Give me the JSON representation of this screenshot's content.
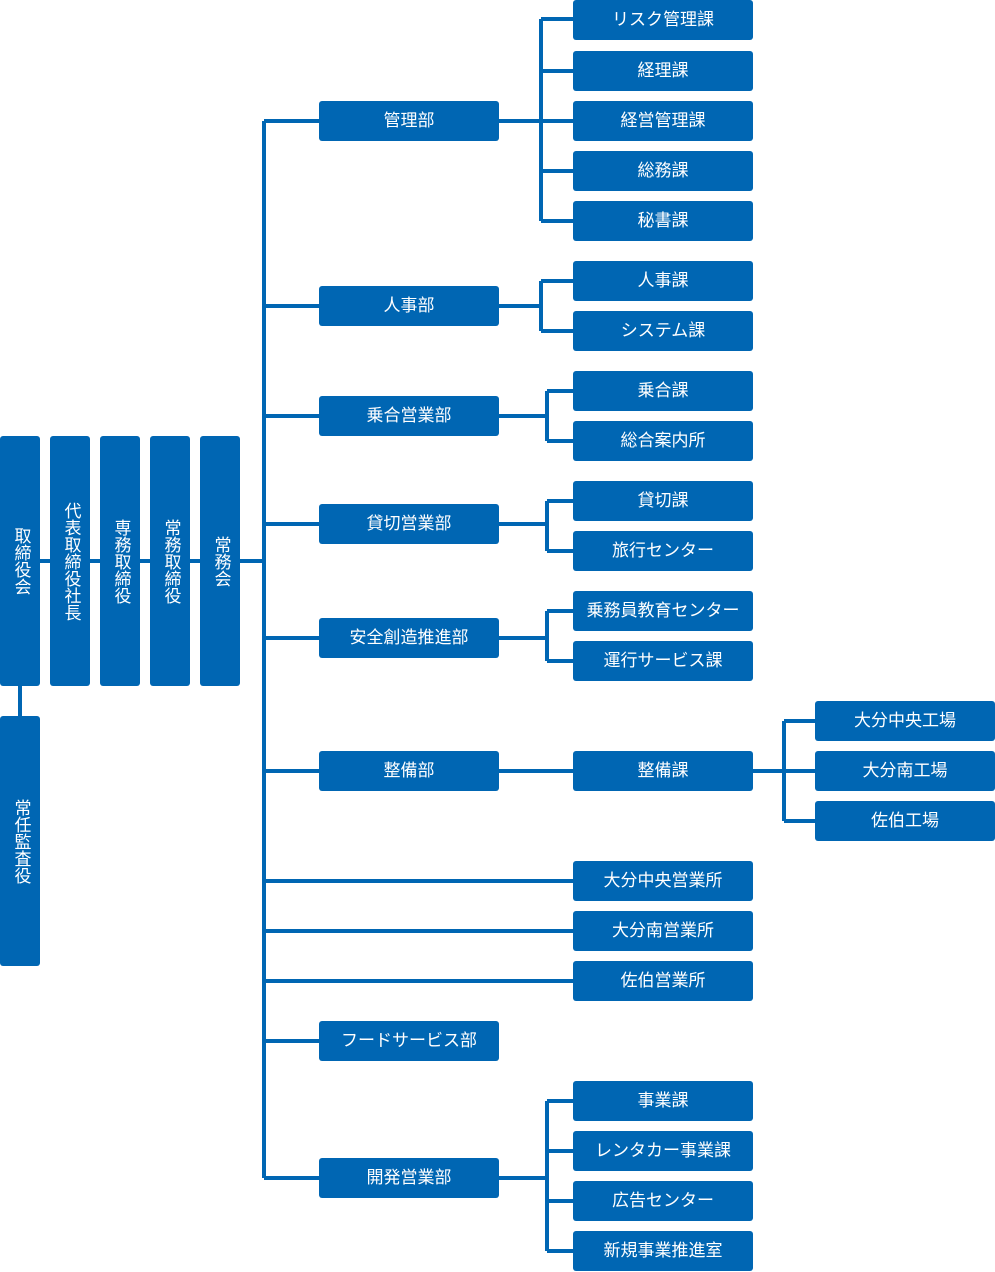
{
  "top_positions": {
    "board": "取締役会",
    "president": "代表取締役社長",
    "senior_md": "専務取締役",
    "md": "常務取締役",
    "exec_committee": "常務会",
    "auditor": "常任監査役"
  },
  "departments": {
    "kanri": "管理部",
    "jinji": "人事部",
    "noriai": "乗合営業部",
    "kashikiri": "貸切営業部",
    "anzen": "安全創造推進部",
    "seibi": "整備部",
    "food": "フードサービス部",
    "kaihatsu": "開発営業部"
  },
  "sections": {
    "risk": "リスク管理課",
    "keiri": "経理課",
    "keiei": "経営管理課",
    "soumu": "総務課",
    "hisho": "秘書課",
    "jinjika": "人事課",
    "system": "システム課",
    "noriaika": "乗合課",
    "annai": "総合案内所",
    "kashikirika": "貸切課",
    "ryokou": "旅行センター",
    "kyouiku": "乗務員教育センター",
    "unkou": "運行サービス課",
    "seibika": "整備課",
    "jigyou": "事業課",
    "rental": "レンタカー事業課",
    "koukoku": "広告センター",
    "shinki": "新規事業推進室"
  },
  "branches": {
    "oita_chuo": "大分中央営業所",
    "oita_minami": "大分南営業所",
    "saiki": "佐伯営業所"
  },
  "factories": {
    "chuo_kojo": "大分中央工場",
    "minami_kojo": "大分南工場",
    "saiki_kojo": "佐伯工場"
  }
}
